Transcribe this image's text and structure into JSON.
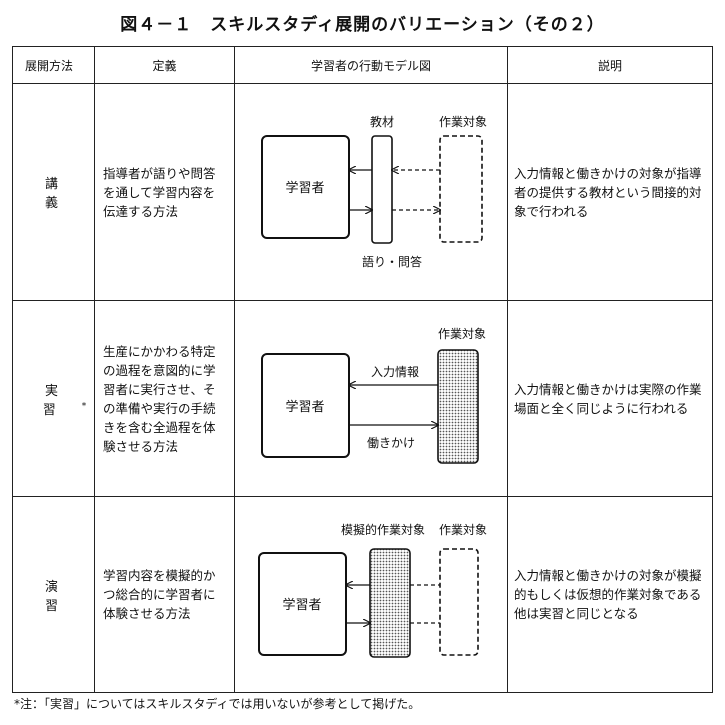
{
  "title": "図４－１　スキルスタディ展開のバリエーション（その２）",
  "headers": {
    "method": "展開方法",
    "definition": "定義",
    "model": "学習者の行動モデル図",
    "explanation": "説明"
  },
  "rows": [
    {
      "method": "講義",
      "definition": "指導者が語りや問答を通して学習内容を伝達する方法",
      "explanation": "入力情報と働きかけの対象が指導者の提供する教材という間接的対象で行われる",
      "diagram": {
        "learner": "学習者",
        "material": "教材",
        "work_object": "作業対象",
        "bottom_label": "語り・問答"
      }
    },
    {
      "method": "実習",
      "method_mark": "*",
      "definition": "生産にかかわる特定の過程を意図的に学習者に実行させ、その準備や実行の手続きを含む全過程を体験させる方法",
      "explanation": "入力情報と働きかけは実際の作業場面と全く同じように行われる",
      "diagram": {
        "learner": "学習者",
        "work_object": "作業対象",
        "input_info": "入力情報",
        "action": "働きかけ"
      }
    },
    {
      "method": "演習",
      "definition": "学習内容を模擬的かつ総合的に学習者に体験させる方法",
      "explanation": "入力情報と働きかけの対象が模擬的もしくは仮想的作業対象である他は実習と同じとなる",
      "diagram": {
        "learner": "学習者",
        "simulated_object": "模擬的作業対象",
        "work_object": "作業対象"
      }
    }
  ],
  "footnote": "*注：「実習」についてはスキルスタディでは用いないが参考として掲げた。"
}
